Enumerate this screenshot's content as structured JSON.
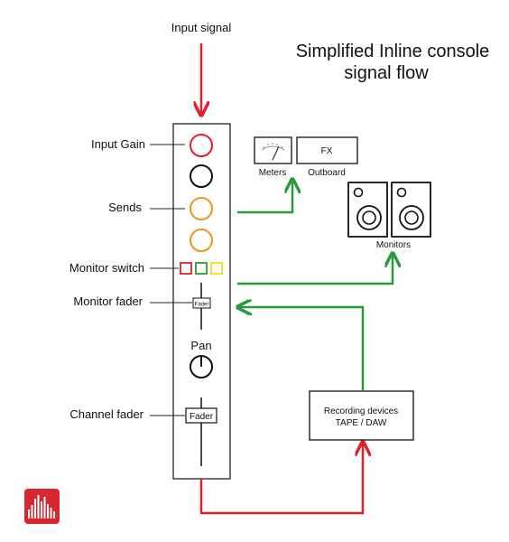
{
  "title": {
    "line1": "Simplified Inline console",
    "line2": "signal flow"
  },
  "input_label": "Input signal",
  "channel_labels": {
    "input_gain": "Input Gain",
    "sends": "Sends",
    "monitor_switch": "Monitor switch",
    "monitor_fader": "Monitor fader",
    "channel_fader": "Channel fader"
  },
  "strip": {
    "monitor_fader_cap": "Fader",
    "pan_label": "Pan",
    "channel_fader_cap": "Fader"
  },
  "meters_label": "Meters",
  "fx": {
    "box_label": "FX",
    "caption": "Outboard"
  },
  "monitors_label": "Monitors",
  "recording": {
    "line1": "Recording devices",
    "line2": "TAPE / DAW"
  },
  "colors": {
    "input_flow": "#e0212b",
    "send_flow": "#2a9a3c",
    "gain_knob": "#e0212b",
    "send_knob": "#f0941d",
    "switch_red": "#e0212b",
    "switch_green": "#2a9a3c",
    "switch_yellow": "#f2e21a",
    "logo_bg": "#d7282f"
  },
  "logo_icon": "audio-bars-logo"
}
